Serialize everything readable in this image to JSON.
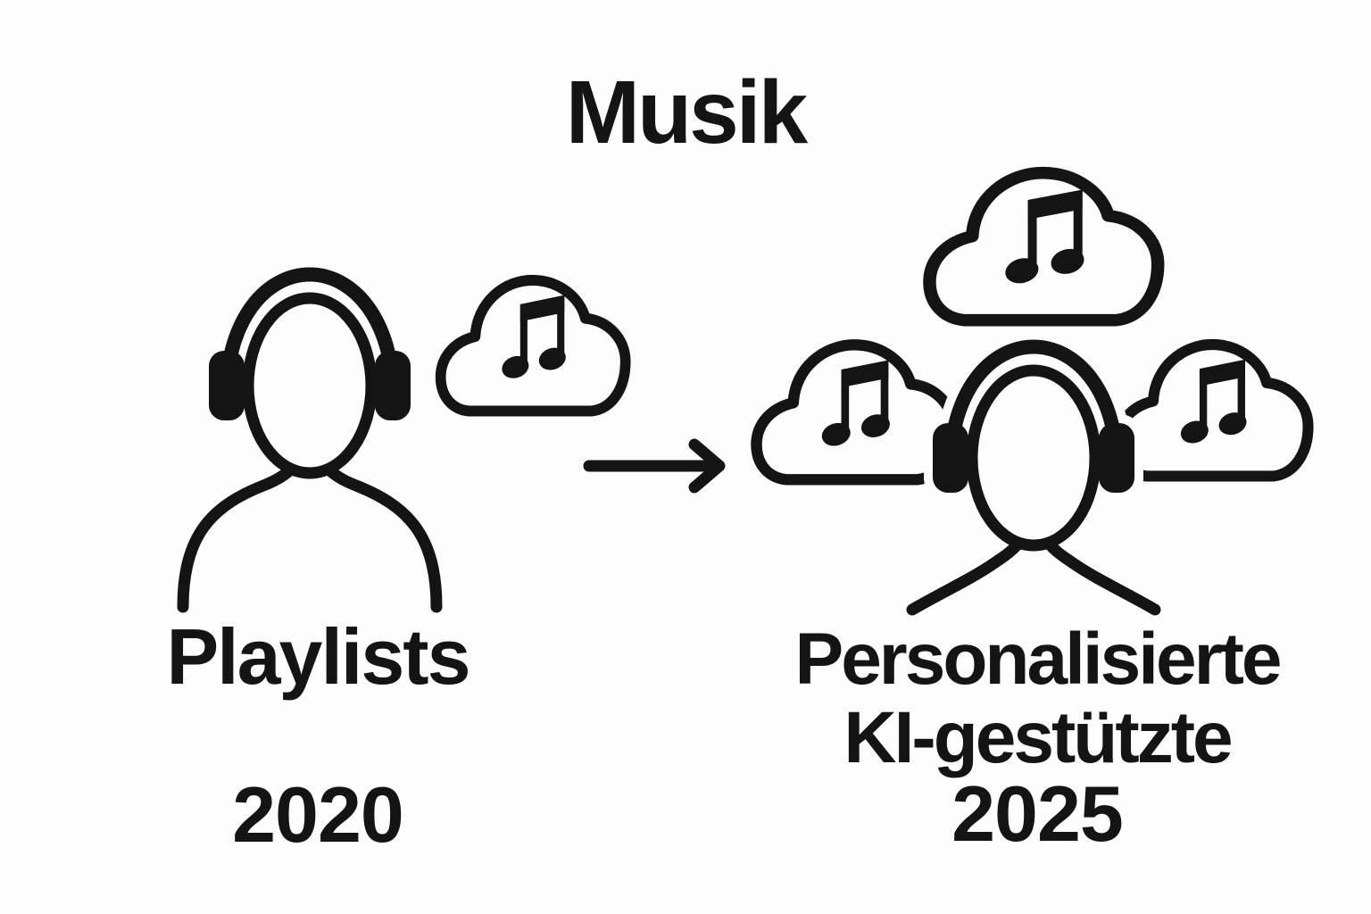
{
  "title": "Musik",
  "left_group": {
    "label": "Playlists",
    "year": "2020",
    "icons": [
      "person-headphones-icon",
      "music-cloud-icon"
    ]
  },
  "right_group": {
    "label_line1": "Personalisierte",
    "label_line2": "KI-gestützte",
    "year": "2025",
    "icons": [
      "music-cloud-icon",
      "music-cloud-icon",
      "music-cloud-icon",
      "person-headphones-icon"
    ]
  },
  "transition": {
    "icon": "arrow-right-icon"
  },
  "colors": {
    "ink": "#141414",
    "background": "#fdfdfd"
  }
}
